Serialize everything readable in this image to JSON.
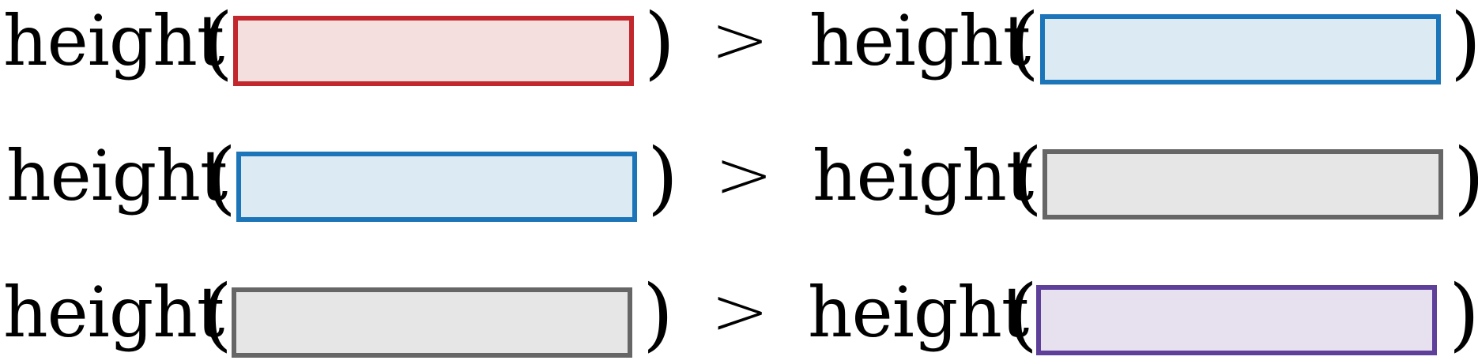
{
  "rows": [
    {
      "left_word": "height",
      "left_open": "(",
      "left_close": ")",
      "operator": ">",
      "right_word": "height",
      "right_open": "(",
      "right_close": ")",
      "left_color": {
        "border": "#C1272D",
        "fill": "#F5DEDE",
        "name": "red"
      },
      "right_color": {
        "border": "#1C75B8",
        "fill": "#DCEAF3",
        "name": "blue"
      }
    },
    {
      "left_word": "height",
      "left_open": "(",
      "left_close": ")",
      "operator": ">",
      "right_word": "height",
      "right_open": "(",
      "right_close": ")",
      "left_color": {
        "border": "#1C75B8",
        "fill": "#DCEAF3",
        "name": "blue"
      },
      "right_color": {
        "border": "#666666",
        "fill": "#E6E6E6",
        "name": "gray"
      }
    },
    {
      "left_word": "height",
      "left_open": "(",
      "left_close": ")",
      "operator": ">",
      "right_word": "height",
      "right_open": "(",
      "right_close": ")",
      "left_color": {
        "border": "#666666",
        "fill": "#E6E6E6",
        "name": "gray"
      },
      "right_color": {
        "border": "#5E3F99",
        "fill": "#E7E1EF",
        "name": "purple"
      }
    }
  ]
}
